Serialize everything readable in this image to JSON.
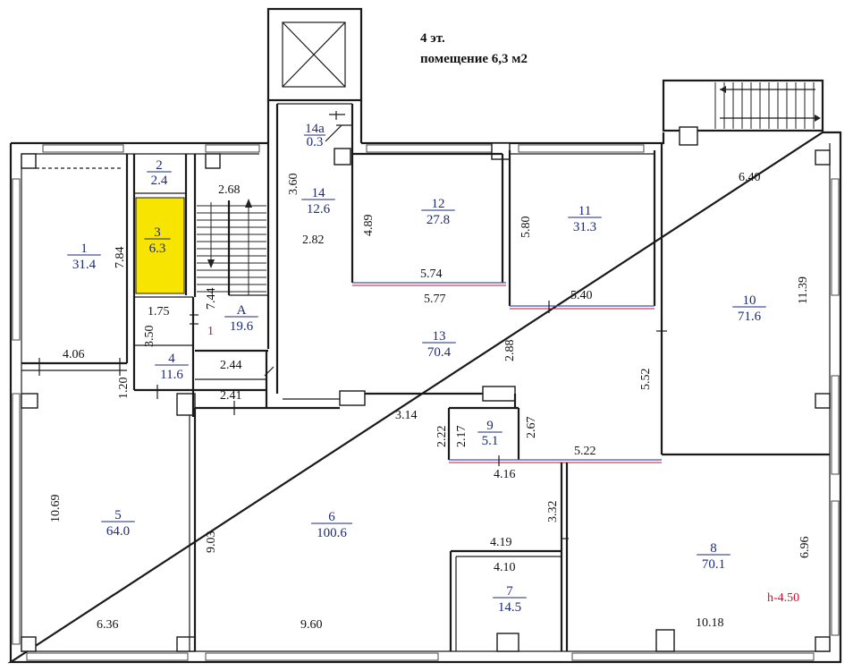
{
  "header": {
    "floor": "4 эт.",
    "premise": "помещение 6,3 м2"
  },
  "highlight_color": "#f7e400",
  "rooms": [
    {
      "id": "r1",
      "number": "1",
      "area": "31.4"
    },
    {
      "id": "r2",
      "number": "2",
      "area": "2.4"
    },
    {
      "id": "r3",
      "number": "3",
      "area": "6.3"
    },
    {
      "id": "r4",
      "number": "4",
      "area": "11.6"
    },
    {
      "id": "rA",
      "number": "A",
      "area": "19.6"
    },
    {
      "id": "r5",
      "number": "5",
      "area": "64.0"
    },
    {
      "id": "r6",
      "number": "6",
      "area": "100.6"
    },
    {
      "id": "r7",
      "number": "7",
      "area": "14.5"
    },
    {
      "id": "r8",
      "number": "8",
      "area": "70.1"
    },
    {
      "id": "r9",
      "number": "9",
      "area": "5.1"
    },
    {
      "id": "r10",
      "number": "10",
      "area": "71.6"
    },
    {
      "id": "r11",
      "number": "11",
      "area": "31.3"
    },
    {
      "id": "r12",
      "number": "12",
      "area": "27.8"
    },
    {
      "id": "r13",
      "number": "13",
      "area": "70.4"
    },
    {
      "id": "r14",
      "number": "14",
      "area": "12.6"
    },
    {
      "id": "r14a",
      "number": "14a",
      "area": "0.3"
    }
  ],
  "dimensions": {
    "d_784": "7.84",
    "d_175": "1.75",
    "d_350": "3.50",
    "d_406": "4.06",
    "d_120": "1.20",
    "d_268": "2.68",
    "d_744": "7.44",
    "d_244": "2.44",
    "d_241": "2.41",
    "d_360": "3.60",
    "d_282": "2.82",
    "d_489": "4.89",
    "d_574": "5.74",
    "d_577": "5.77",
    "d_580": "5.80",
    "d_540": "5.40",
    "d_640": "6.40",
    "d_1139": "11.39",
    "d_552": "5.52",
    "d_288": "2.88",
    "d_314": "3.14",
    "d_222": "2.22",
    "d_217": "2.17",
    "d_267": "2.67",
    "d_522": "5.22",
    "d_416": "4.16",
    "d_332": "3.32",
    "d_419": "4.19",
    "d_410": "4.10",
    "d_1069": "10.69",
    "d_903": "9.03",
    "d_636": "6.36",
    "d_960": "9.60",
    "d_1018": "10.18",
    "d_696": "6.96"
  },
  "marks": {
    "red_one": "1",
    "height": "h-4.50"
  }
}
